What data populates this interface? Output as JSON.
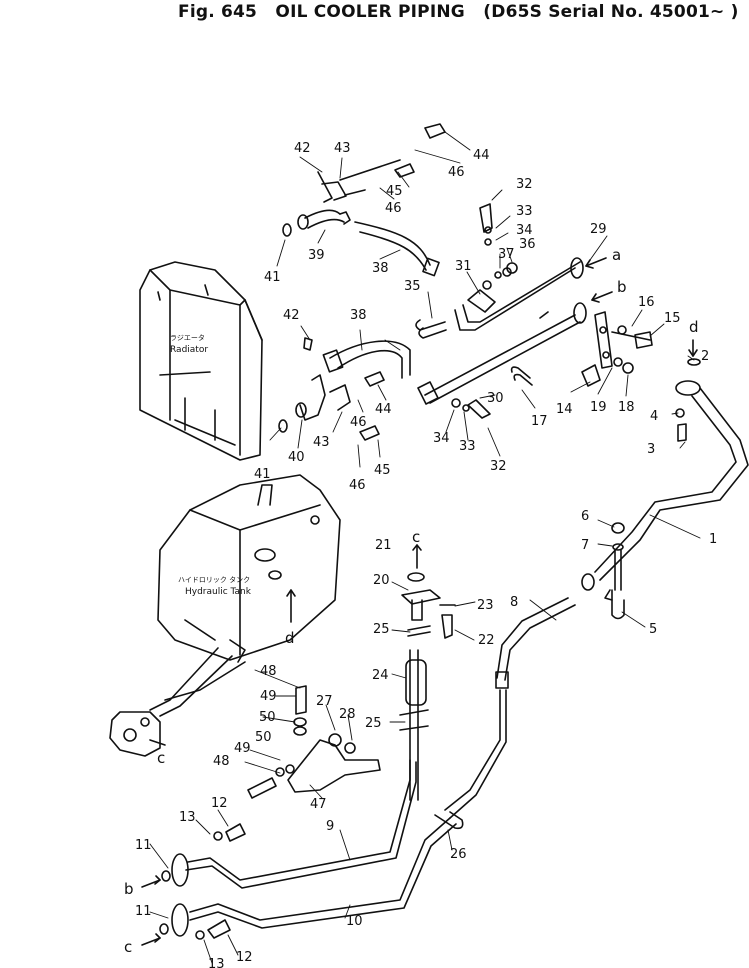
{
  "title": "Fig. 645   OIL COOLER PIPING   (D65S Serial No. 45001~ )",
  "labels": {
    "radiator_jp": "ラジエータ",
    "radiator_en": "Radiator",
    "tank_jp": "ハイドロリック タンク",
    "tank_en": "Hydraulic Tank"
  },
  "part_numbers": [
    "1",
    "2",
    "3",
    "4",
    "5",
    "6",
    "7",
    "8",
    "9",
    "10",
    "11",
    "12",
    "13",
    "14",
    "15",
    "16",
    "17",
    "18",
    "19",
    "20",
    "21",
    "22",
    "23",
    "24",
    "25",
    "26",
    "27",
    "28",
    "29",
    "30",
    "31",
    "32",
    "33",
    "34",
    "35",
    "36",
    "37",
    "38",
    "39",
    "40",
    "41",
    "42",
    "43",
    "44",
    "45",
    "46",
    "47",
    "48",
    "49",
    "50"
  ],
  "connection_letters": [
    "a",
    "b",
    "c",
    "d"
  ]
}
